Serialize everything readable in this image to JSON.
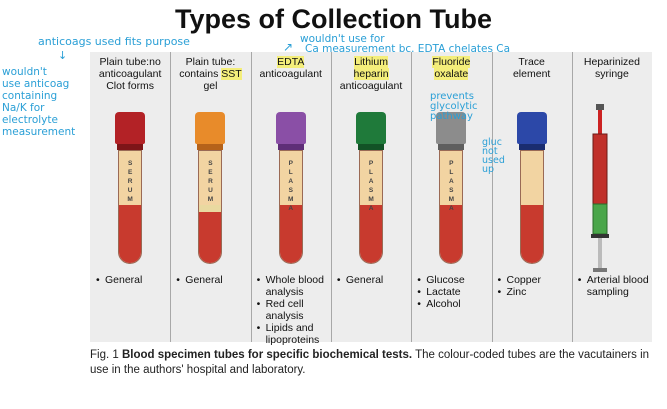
{
  "title": "Types of Collection Tube",
  "columns": [
    {
      "id": "plain",
      "header": [
        "Plain tube:no",
        "anticoagulant",
        "Clot forms"
      ],
      "highlight": [],
      "cap": "#b32226",
      "ring": "#7e1518",
      "label": "SERUM",
      "gel": false,
      "uses": [
        "General"
      ]
    },
    {
      "id": "sst",
      "header": [
        "Plain tube:",
        "contains SST",
        "gel"
      ],
      "highlight": [
        "SST"
      ],
      "cap": "#e88b2a",
      "ring": "#b5621a",
      "label": "SERUM",
      "gel": true,
      "uses": [
        "General"
      ]
    },
    {
      "id": "edta",
      "header": [
        "EDTA",
        "anticoagulant"
      ],
      "highlight": [
        "EDTA"
      ],
      "cap": "#8a4fa6",
      "ring": "#5e2e78",
      "label": "PLASMA",
      "gel": false,
      "uses": [
        "Whole blood analysis",
        "Red cell analysis",
        "Lipids and lipoproteins"
      ]
    },
    {
      "id": "lithium",
      "header": [
        "Lithium",
        "heparin",
        "anticoagulant"
      ],
      "highlight": [
        "Lithium",
        "heparin"
      ],
      "cap": "#1f7a3a",
      "ring": "#125226",
      "label": "PLASMA",
      "gel": false,
      "uses": [
        "General"
      ]
    },
    {
      "id": "fluoride",
      "header": [
        "Fluoride",
        "oxalate"
      ],
      "highlight": [
        "Fluoride",
        "oxalate"
      ],
      "cap": "#8c8c8c",
      "ring": "#5e5e5e",
      "label": "PLASMA",
      "gel": false,
      "uses": [
        "Glucose",
        "Lactate",
        "Alcohol"
      ]
    },
    {
      "id": "trace",
      "header": [
        "Trace",
        "element"
      ],
      "highlight": [],
      "cap": "#2c48a8",
      "ring": "#1a2d70",
      "label": "",
      "gel": false,
      "uses": [
        "Copper",
        "Zinc"
      ]
    },
    {
      "id": "heparinized",
      "header": [
        "Heparinized",
        "syringe"
      ],
      "highlight": [],
      "cap": "",
      "ring": "",
      "label": "",
      "gel": false,
      "uses": [
        "Arterial blood sampling"
      ]
    }
  ],
  "caption": {
    "fig": "Fig. 1",
    "bold": "Blood specimen tubes for specific biochemical tests.",
    "rest": "The colour-coded tubes are the vacutainers in use in the authors' hospital and laboratory."
  },
  "annotations": {
    "anticoags": "anticoags used fits purpose",
    "edta_note_1": "wouldn't use for",
    "edta_note_2": "Ca measurement bc. EDTA chelates Ca",
    "left_note": [
      "wouldn't",
      "use anticoag",
      "containing",
      "Na/K for",
      "electrolyte",
      "measurement"
    ],
    "fluoride_note": [
      "prevents",
      "glycolytic",
      "pathway"
    ],
    "gluc_note": [
      "gluc",
      "not",
      "used",
      "up"
    ]
  },
  "colors": {
    "serum": "#f2d4a2",
    "blood": "#c83a2e",
    "annotation_ink": "#2a9fd6",
    "highlight": "#f4ee7a",
    "panel": "#ededed"
  }
}
